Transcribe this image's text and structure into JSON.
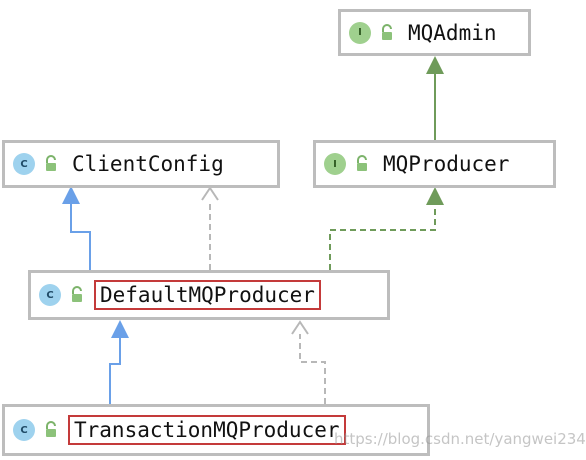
{
  "nodes": {
    "mqadmin": {
      "label": "MQAdmin",
      "kind": "I"
    },
    "clientconfig": {
      "label": "ClientConfig",
      "kind": "C"
    },
    "mqproducer": {
      "label": "MQProducer",
      "kind": "I"
    },
    "defaultmqproducer": {
      "label": "DefaultMQProducer",
      "kind": "C"
    },
    "transactionmqproducer": {
      "label": "TransactionMQProducer",
      "kind": "C"
    }
  },
  "watermark": "https://blog.csdn.net/yangwei234",
  "colors": {
    "extends_class": "#6aa0e8",
    "extends_interface": "#6f9b5a",
    "implements_interface": "#6f9b5a",
    "implements_dependency": "#b8b8b8",
    "node_border": "#bdbdbd",
    "highlight": "#c43a3a"
  }
}
